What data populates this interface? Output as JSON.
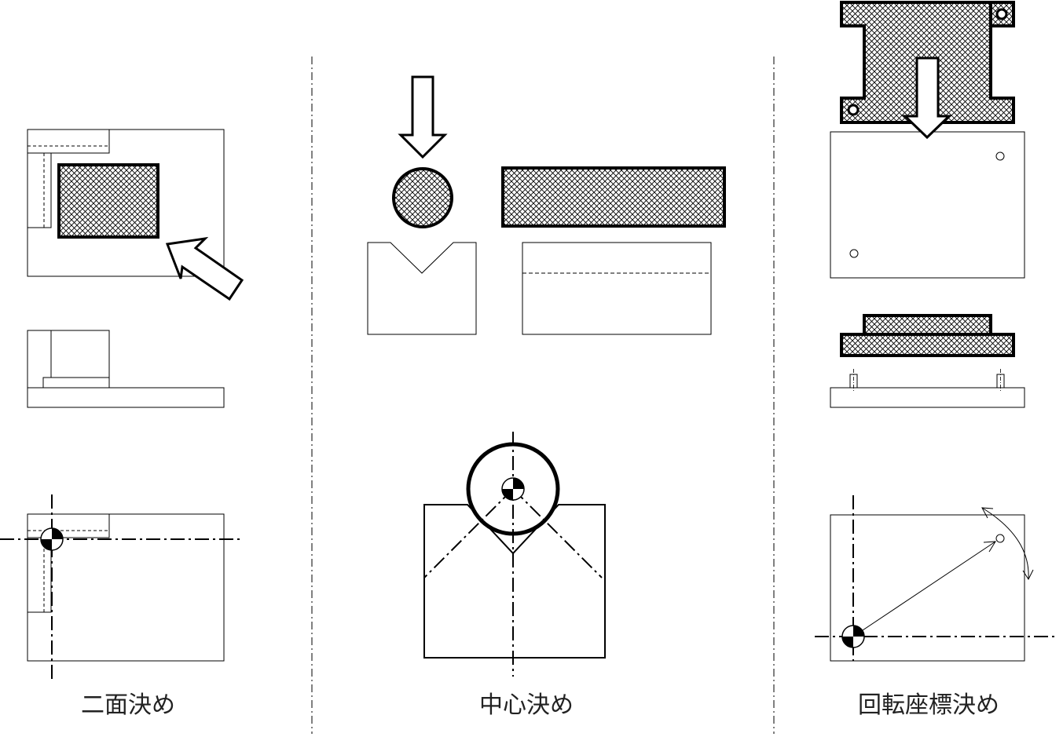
{
  "labels": {
    "two_face": "二面決め",
    "center": "中心決め",
    "rotation": "回転座標決め"
  },
  "colors": {
    "line": "#000000",
    "text": "#222222",
    "hatch": "#000000",
    "background": "#ffffff"
  }
}
